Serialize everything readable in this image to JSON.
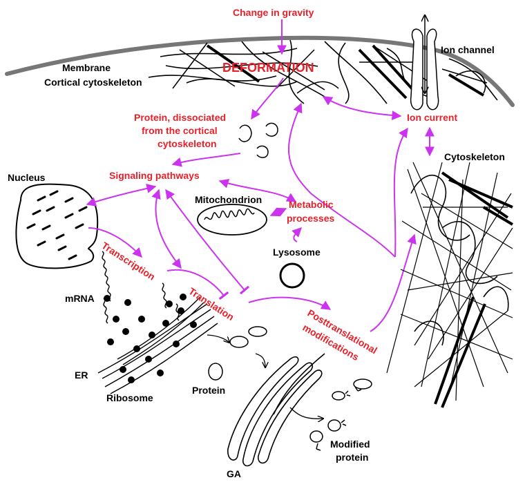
{
  "colors": {
    "red_text": "#e8202a",
    "arrow": "#cc33ee",
    "membrane": "#777777",
    "ink": "#000000"
  },
  "labels": {
    "change_in_gravity": "Change in gravity",
    "deformation": "DEFORMATION",
    "ion_channel": "Ion channel",
    "membrane": "Membrane",
    "cortical_cytoskeleton": "Cortical cytoskeleton",
    "protein_dissociated_1": "Protein, dissociated",
    "protein_dissociated_2": "from the cortical",
    "protein_dissociated_3": "cytoskeleton",
    "ion_current": "Ion current",
    "cytoskeleton": "Cytoskeleton",
    "nucleus": "Nucleus",
    "signaling_pathways": "Signaling pathways",
    "mitochondrion": "Mitochondrion",
    "metabolic_1": "Metabolic",
    "metabolic_2": "processes",
    "transcription": "Transcription",
    "lysosome": "Lysosome",
    "mrna": "mRNA",
    "translation": "Translation",
    "posttranslational_1": "Posttranslational",
    "posttranslational_2": "modifications",
    "er": "ER",
    "protein": "Protein",
    "ribosome": "Ribosome",
    "modified_protein_1": "Modified",
    "modified_protein_2": "protein",
    "ga": "GA"
  },
  "icons": [
    "ion-channel-icon",
    "nucleus-icon",
    "mitochondrion-icon",
    "lysosome-icon",
    "endoplasmic-reticulum-icon",
    "golgi-apparatus-icon",
    "ribosome-icon",
    "protein-icon"
  ]
}
